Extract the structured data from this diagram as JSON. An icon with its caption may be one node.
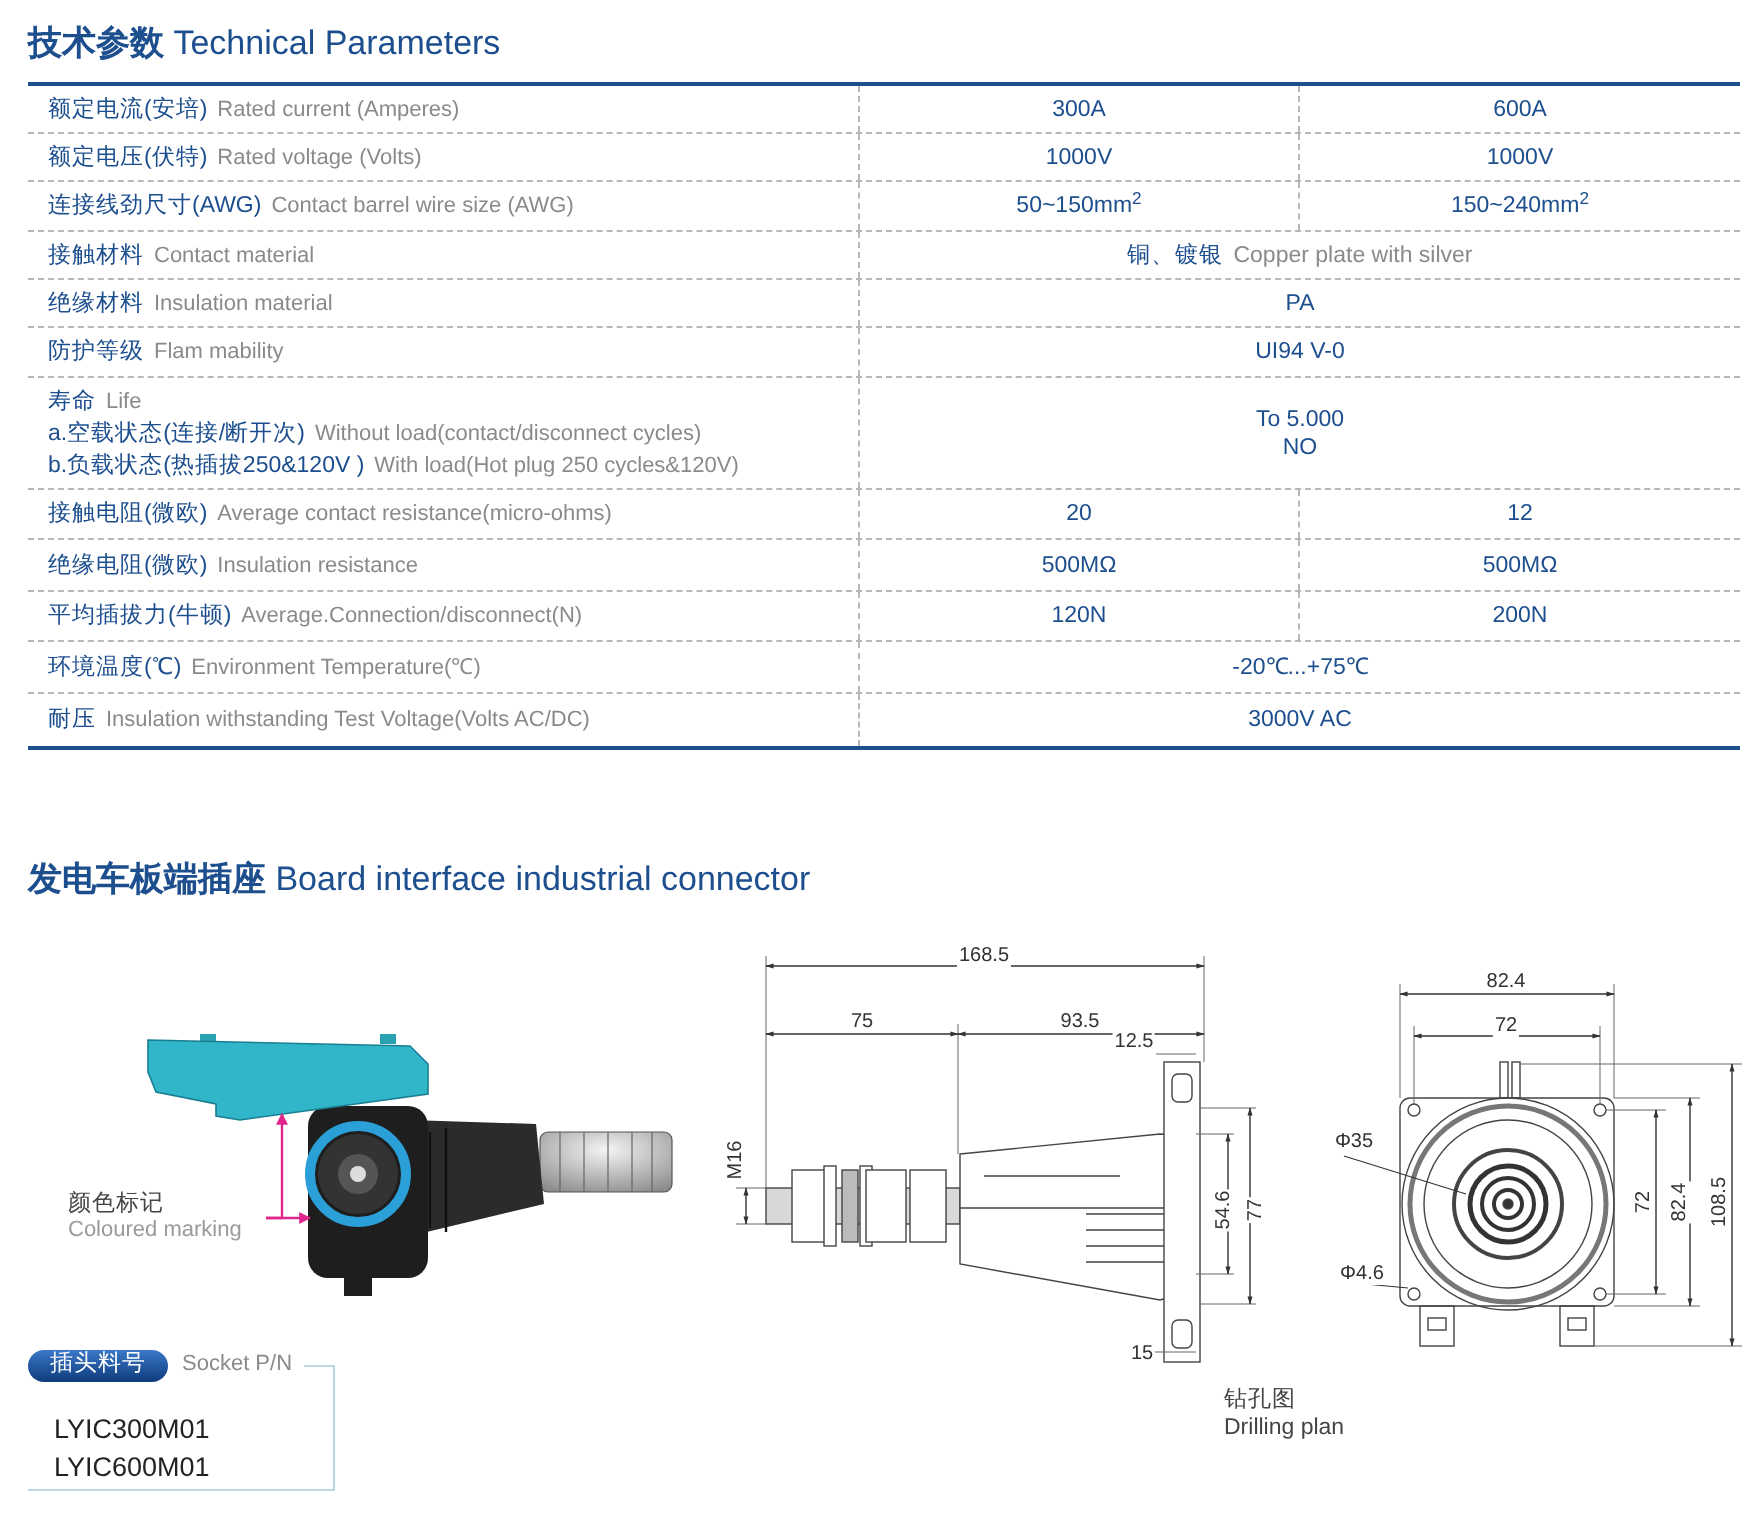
{
  "diagram": {
    "title": "**技术参数** Technical Parameters",
    "nodes": [
      {
        "text": [
          "颜色标记",
          "Coloured marking"
        ]
      },
      {
        "text": [],
        "shape": "picture"
      },
      {
        "text": [],
        "shape": "picture"
      },
      {
        "text": [
          "插头料号"
        ],
        "beside": [
          "Socket P/N"
        ]
      }
    ],
    "edges": [
      {
        "from": 0,
        "to": 1,
        "arrow": "to",
        "color": "#e0268a"
      },
      {
        "from": 0,
        "to": 2,
        "arrow": "to",
        "color": "#e0268a"
      }
    ],
    "labels": [
      "额定电流(安培)",
      "Rated current (Amperes)",
      "300A",
      "600A",
      "额定电压(伏特)",
      "Rated voltage (Volts)",
      "1000V",
      "1000V",
      "连接线劲尺寸(AWG)",
      "Contact barrel wire size (AWG)",
      "50~150mm$^{2}$",
      "150~240mm$^{2}$",
      "接触材料",
      "Contact material",
      "铜、镀银",
      "Copper plate with silver",
      "绝缘材料",
      "Insulation material",
      "PA",
      "防护等级",
      "Flam mability",
      "UI94 V-0",
      "寿命",
      "Life",
      "a.空载状态(连接/断开次)",
      "Without load(contact/disconnect cycles)",
      "b.负载状态(热插拔250&120V )",
      "With load(Hot plug 250 cycles&120V)",
      "To 5.000 NO",
      "接触电阻(微欧)",
      "Average contact resistance(micro-ohms)",
      "20",
      "12",
      "绝缘电阻(微欧)",
      "Insulation resistance",
      "500MΩ",
      "500MΩ",
      "平均插拔力(牛顿)",
      "Average.Connection/disconnect(N)",
      "120N",
      "200N",
      "环境温度(℃)",
      "Environment Temperature(℃)",
      "-20℃...+75℃",
      "耐压",
      "Insulation withstanding Test Voltage(Volts AC/DC)",
      "3000V AC",
      "**发电车板端插座** Board interface industrial connector",
      "LYIC300M01",
      "LYIC600M01",
      "168.5",
      "75",
      "93.5",
      "12.5",
      "M16",
      "54.6",
      "77",
      "15",
      "82.4",
      "72",
      "Φ35",
      "Φ4.6",
      "72",
      "82.4",
      "108.5",
      "钻孔图",
      "Drilling plan"
    ]
  }
}
